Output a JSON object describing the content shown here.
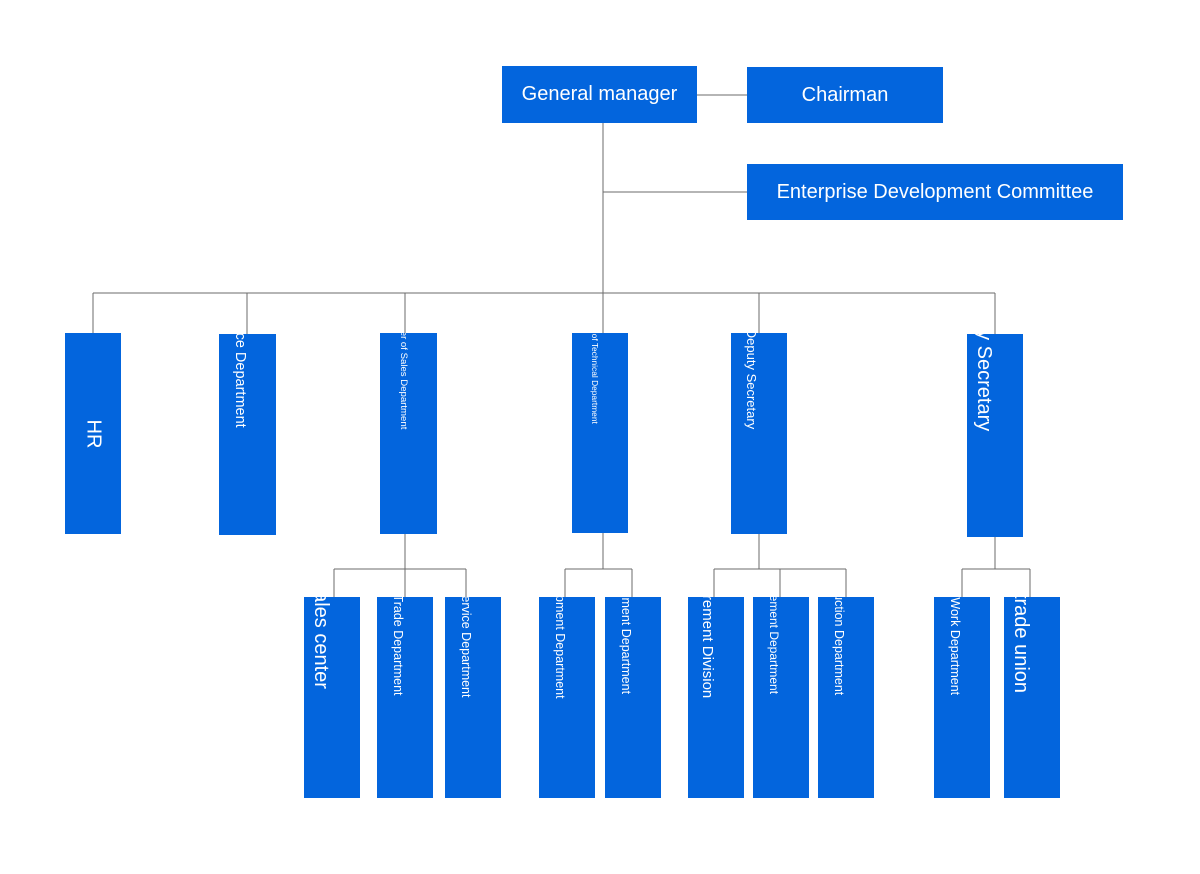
{
  "colors": {
    "box_fill": "#0365dd",
    "box_text": "#ffffff",
    "connector": "#6b6b6b",
    "background": "#ffffff"
  },
  "nodes": {
    "general_manager": "General manager",
    "chairman": "Chairman",
    "enterprise_committee": "Enterprise Development Committee",
    "hr": "HR",
    "finance": "Finance Department",
    "sales_gm": "General Manager of Sales Department",
    "technical_gm": "General Manager of Technical Department",
    "executive_deputy": "Executive Deputy Secretary",
    "deputy_secretary": "Deputy Secretary",
    "sales_center": "sales center",
    "international_trade": "International Trade Department",
    "after_sales": "After sales Service Department",
    "process_equipment": "Process Equipment Department",
    "quality_management": "Quality Management Department",
    "procurement": "Procurement Division",
    "material_management": "Material Management Department",
    "production": "Production Department",
    "political_work": "Political Work Department",
    "trade_union": "trade union"
  },
  "hierarchy": [
    {
      "parent": "general_manager",
      "children": [
        "chairman",
        "enterprise_committee",
        "hr",
        "finance",
        "sales_gm",
        "technical_gm",
        "executive_deputy",
        "deputy_secretary"
      ]
    },
    {
      "parent": "sales_gm",
      "children": [
        "sales_center",
        "international_trade",
        "after_sales"
      ]
    },
    {
      "parent": "technical_gm",
      "children": [
        "process_equipment",
        "quality_management"
      ]
    },
    {
      "parent": "executive_deputy",
      "children": [
        "procurement",
        "material_management",
        "production"
      ]
    },
    {
      "parent": "deputy_secretary",
      "children": [
        "political_work",
        "trade_union"
      ]
    }
  ]
}
